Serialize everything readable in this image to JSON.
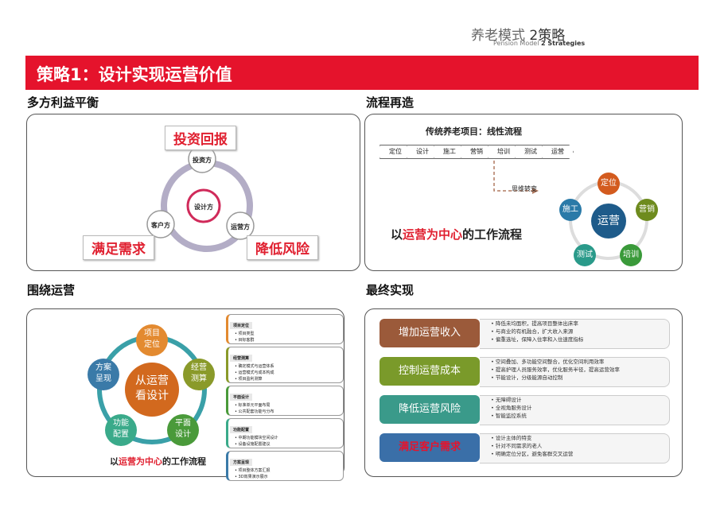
{
  "header": {
    "cn_a": "养老模式",
    "cn_b": "2策略",
    "en_a": "Pension Model",
    "en_b": "2 Strategies"
  },
  "banner": {
    "title": "策略1：设计实现运营价值"
  },
  "sections": {
    "s1": "多方利益平衡",
    "s2": "流程再造",
    "s3": "围绕运营",
    "s4": "最终实现"
  },
  "panel1": {
    "investor": "投资方",
    "designer": "设计方",
    "client": "客户方",
    "operator": "运营方",
    "box_top": "投资回报",
    "box_left": "满足需求",
    "box_right": "降低风险"
  },
  "panel2": {
    "linear_title": "传统养老项目：线性流程",
    "chevrons": [
      "定位",
      "设计",
      "施工",
      "营销",
      "培训",
      "测试",
      "运营"
    ],
    "turn": "思维转变",
    "caption_pre": "以",
    "caption_hl": "运营为中心",
    "caption_post": "的工作流程",
    "center": "运营",
    "nodes": [
      "定位",
      "营销",
      "培训",
      "测试",
      "施工"
    ]
  },
  "panel3": {
    "center": "从运营\n看设计",
    "nodes": [
      "项目\n定位",
      "经营\n测算",
      "平面\n设计",
      "功能\n配置",
      "方案\n呈现"
    ],
    "caption_pre": "以",
    "caption_hl": "运营为中心",
    "caption_post": "的工作流程",
    "lists": [
      {
        "title": "项目定位",
        "items": [
          "项目类型",
          "目标客群"
        ]
      },
      {
        "title": "经营测算",
        "items": [
          "确定模式与运营体系",
          "运营模式与成本构成",
          "项目盈利测算"
        ]
      },
      {
        "title": "平面设计",
        "items": [
          "标准单元平面布局",
          "公共配套功能与分布"
        ]
      },
      {
        "title": "功能配置",
        "items": [
          "中期功能模块空间设计",
          "设备设施配置建议"
        ]
      },
      {
        "title": "方案呈现",
        "items": [
          "项目整体方案汇报",
          "3D效果演示展示"
        ]
      }
    ]
  },
  "panel4": {
    "rows": [
      {
        "label": "增加运营收入",
        "items": [
          "降低未均面积，提高项目整体出床率",
          "与商业的有机融合，扩大收入来源",
          "偏重选址，保障入住率和入住速度指标"
        ]
      },
      {
        "label": "控制运营成本",
        "items": [
          "空间叠加、多功能空间整合，优化空间利用效率",
          "提高护理人员服务效率，优化服务半径，提高运营效率",
          "节能设计，分级能源自动控制"
        ]
      },
      {
        "label": "降低运营风险",
        "items": [
          "无障碍设计",
          "全视角服务设计",
          "智能监控系统"
        ]
      },
      {
        "label": "满足客户需求",
        "items": [
          "设计主体的特变",
          "针对不同需求的老人",
          "明确定位分区，避免客群交叉运营"
        ]
      }
    ]
  },
  "colors": {
    "red": "#e5132c",
    "brown": "#9b5a3a",
    "green": "#7a9a2a",
    "teal": "#3a9a8a",
    "blue": "#3a6fa8"
  }
}
